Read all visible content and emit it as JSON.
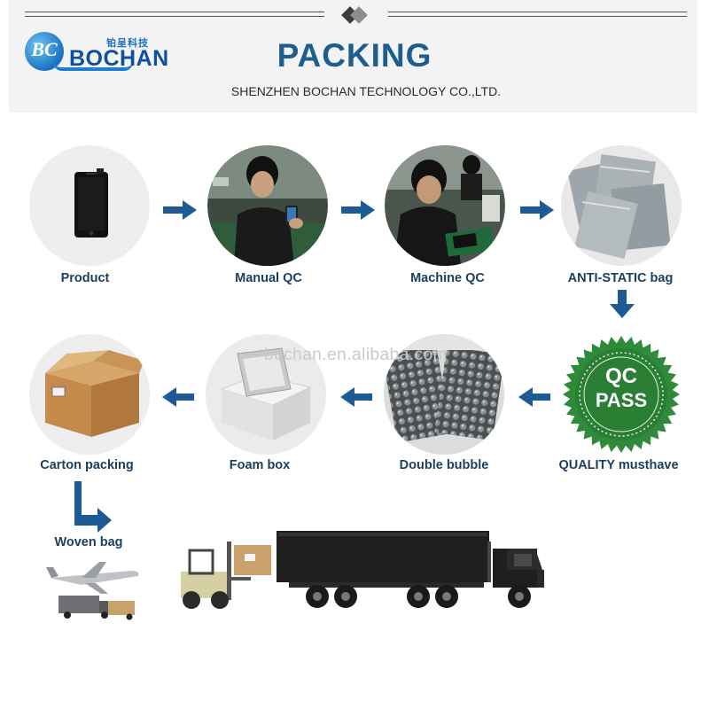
{
  "header": {
    "logo_initials": "BC",
    "logo_chinese": "铂呈科技",
    "logo_brand": "BOCHAN",
    "title": "PACKING",
    "company": "SHENZHEN BOCHAN TECHNOLOGY CO.,LTD."
  },
  "steps": [
    {
      "label": "Product"
    },
    {
      "label": "Manual QC"
    },
    {
      "label": "Machine QC"
    },
    {
      "label": "ANTI-STATIC bag"
    },
    {
      "label": "QUALITY musthave"
    },
    {
      "label": "Double bubble"
    },
    {
      "label": "Foam box"
    },
    {
      "label": "Carton packing"
    },
    {
      "label": "Woven bag"
    }
  ],
  "qc_badge": {
    "line1": "QC",
    "line2": "PASS"
  },
  "watermark": "bochan.en.alibaba.com",
  "colors": {
    "arrow": "#1e5a93",
    "label": "#1c3f5e",
    "title": "#1d5e8e",
    "badge_green": "#2f8a3a"
  }
}
